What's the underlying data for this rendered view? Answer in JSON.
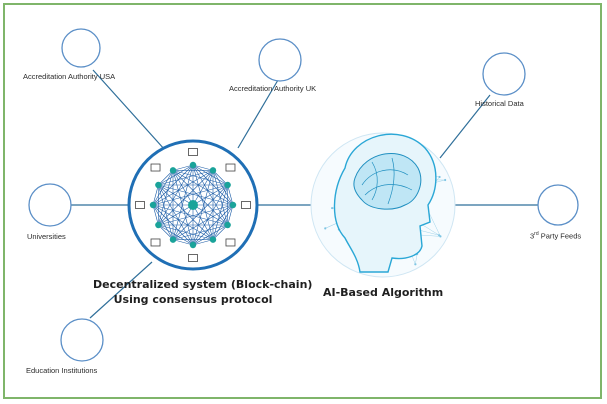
{
  "nodes": {
    "accreditation_usa": "Accreditation Authority USA",
    "accreditation_uk": "Accreditation Authority UK",
    "universities": "Universities",
    "education_institutions": "Education Institutions",
    "historical_data": "Historical Data",
    "third_party_feeds_prefix": "3",
    "third_party_feeds_sup": "rd",
    "third_party_feeds_suffix": " Party Feeds"
  },
  "hubs": {
    "blockchain_line1": "Decentralized system (Block-chain)",
    "blockchain_line2": "Using consensus protocol",
    "ai": "AI-Based Algorithm"
  },
  "colors": {
    "border": "#7fb56a",
    "connector": "#2f6f9a",
    "node_stroke": "#5b8fc7",
    "hub_ring": "#1f6fb5",
    "mesh_node": "#1aa39a",
    "mesh_line": "#1f5fa8",
    "brain": "#2aa7d6"
  }
}
